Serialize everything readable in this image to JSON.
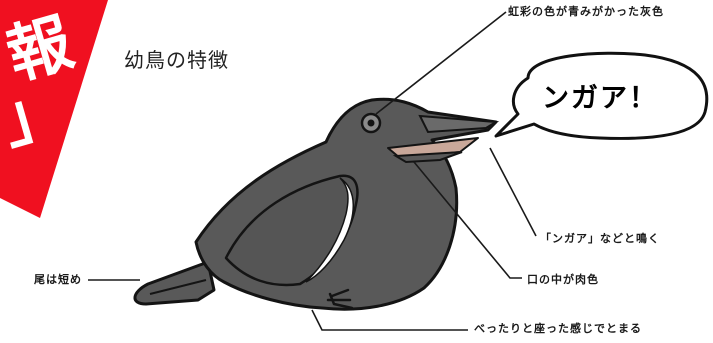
{
  "banner": {
    "line1": "報",
    "line2": "」"
  },
  "title": "幼鳥の特徴",
  "speech_bubble": "ンガア！",
  "annotations": {
    "iris": "虹彩の色が青みがかった灰色",
    "cry": "「ンガア」などと鳴く",
    "mouth": "口の中が肉色",
    "tail": "尾は短め",
    "sitting": "べったりと座った感じでとまる"
  },
  "colors": {
    "banner": "#f01020",
    "bird_body": "#595959",
    "bird_outline": "#141414",
    "mouth_inside": "#c9a89a"
  }
}
